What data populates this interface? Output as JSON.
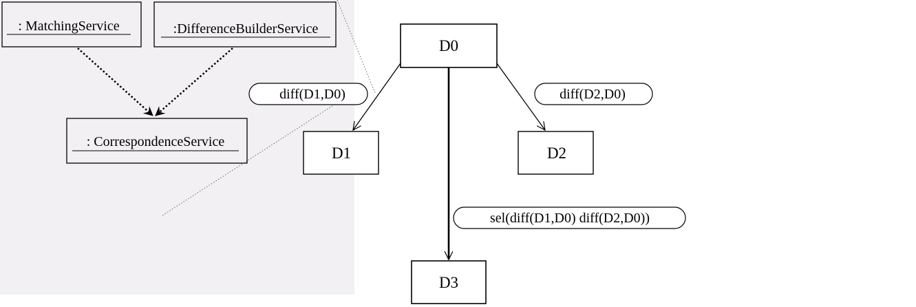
{
  "diagram": {
    "services": {
      "matching": ": MatchingService",
      "difference_builder": ":DifferenceBuilderService",
      "correspondence": ": CorrespondenceService"
    },
    "nodes": {
      "d0": "D0",
      "d1": "D1",
      "d2": "D2",
      "d3": "D3"
    },
    "edge_labels": {
      "d0_d1": "diff(D1,D0)",
      "d0_d2": "diff(D2,D0)",
      "d0_d3": "sel(diff(D1,D0) diff(D2,D0))"
    },
    "colors": {
      "panel_background": "#f2f0f3",
      "line": "#000000"
    }
  }
}
